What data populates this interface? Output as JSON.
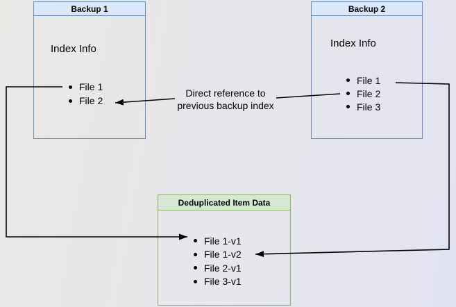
{
  "colors": {
    "blue_fill": "#dae8fc",
    "blue_border": "#6c8ebf",
    "green_fill": "#d5e8d4",
    "green_border": "#82b366",
    "connector_line": "#000000",
    "background_left": "#eae8e5",
    "background_right": "#e2e3f1"
  },
  "backup1": {
    "title": "Backup 1",
    "label": "Index Info",
    "items": [
      "File 1",
      "File 2"
    ]
  },
  "backup2": {
    "title": "Backup 2",
    "label": "Index Info",
    "items": [
      "File 1",
      "File 2",
      "File 3"
    ]
  },
  "dedup": {
    "title": "Deduplicated Item Data",
    "items": [
      "File 1-v1",
      "File 1-v2",
      "File 2-v1",
      "File 3-v1"
    ]
  },
  "annotation": {
    "line1": "Direct reference to",
    "line2": "previous backup index"
  }
}
